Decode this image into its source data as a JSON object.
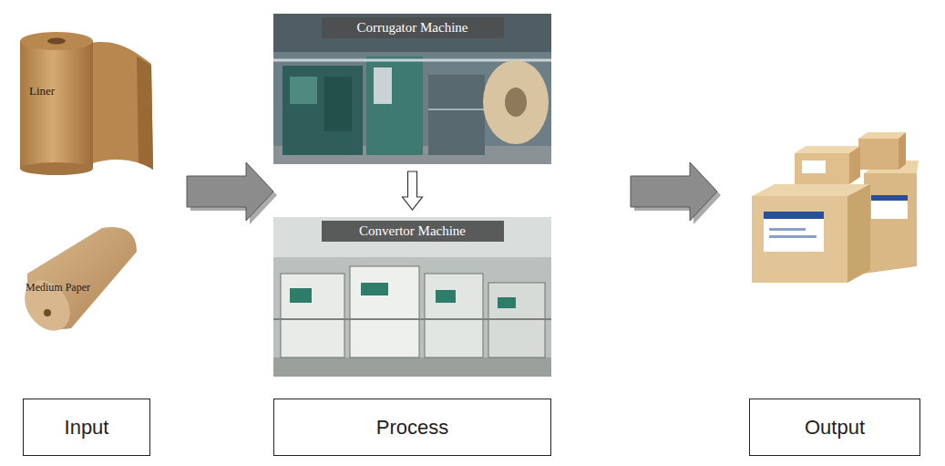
{
  "diagram": {
    "nodes": [
      {
        "text": [
          "Liner"
        ]
      },
      {
        "text": [
          "Medium Paper"
        ]
      },
      {
        "text": [
          "Corrugator Machine"
        ]
      },
      {
        "text": [
          "Convertor Machine"
        ]
      },
      {
        "text": [
          "Input"
        ]
      },
      {
        "text": [
          "Process"
        ]
      },
      {
        "text": [
          "Output"
        ]
      }
    ],
    "edges": [
      {
        "from": 2,
        "to": 3,
        "arrow": "to"
      }
    ]
  }
}
